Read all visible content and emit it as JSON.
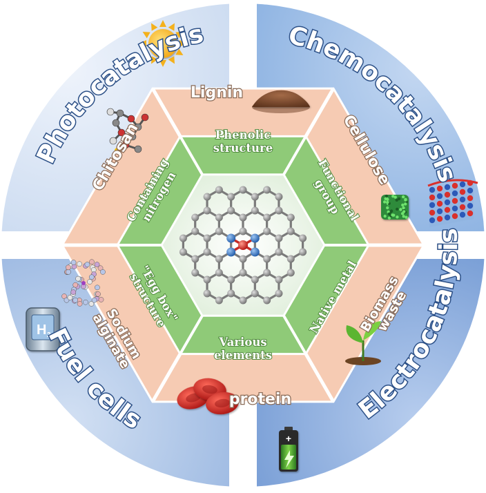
{
  "applications": [
    {
      "label": "Photocatalysis",
      "icon": "sun-icon"
    },
    {
      "label": "Chemocatalysis",
      "icon": "crystal-lattice-icon"
    },
    {
      "label": "Electrocatalysis",
      "icon": "battery-icon"
    },
    {
      "label": "Fuel cells",
      "icon": "hydrogen-cell-icon"
    }
  ],
  "sources": [
    {
      "label": "Lignin",
      "icon": "powder-pile-icon"
    },
    {
      "label": "Cellulose",
      "icon": "cellulose-network-icon"
    },
    {
      "label": "Biomass waste",
      "line1": "Biomass",
      "line2": "waste",
      "icon": "seedling-icon"
    },
    {
      "label": "protein",
      "icon": "red-blood-cells-icon"
    },
    {
      "label": "Sodium alginate",
      "line1": "Sodium",
      "line2": "alginate",
      "icon": "alginate-molecule-icon"
    },
    {
      "label": "Chitosan",
      "icon": "chitosan-molecule-icon"
    }
  ],
  "features": [
    {
      "line1": "Phenolic",
      "line2": "structure"
    },
    {
      "line1": "Functional",
      "line2": "group"
    },
    {
      "line1": "Native metal",
      "line2": ""
    },
    {
      "line1": "Various",
      "line2": "elements"
    },
    {
      "line1": "\"Egg box\"",
      "line2": "structure"
    },
    {
      "line1": "Containing",
      "line2": "nitrogen"
    }
  ],
  "colors": {
    "quadrant_light": "#d4e1f2",
    "quadrant_mid": "#a9c4e8",
    "ring_outer": "#7ea3d6",
    "source_ring": "#f6cbb3",
    "feature_ring": "#8fca78",
    "center_bg": "#edf5ea",
    "carbon": "#8c8c8c",
    "nitrogen": "#3c78c8",
    "metal": "#d9302c"
  }
}
